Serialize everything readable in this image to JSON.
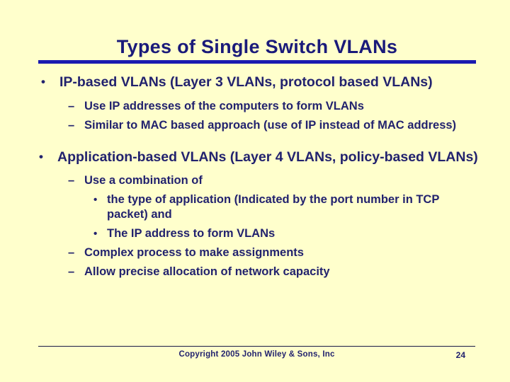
{
  "slide": {
    "title": "Types of Single Switch VLANs",
    "background_color": "#ffffcc",
    "title_color": "#1a1a7a",
    "rule_color": "#1a1ab0",
    "text_color": "#22226e"
  },
  "markers": {
    "bullet": "•",
    "dash": "–"
  },
  "content": [
    {
      "level": 1,
      "marker": "•",
      "text": "IP-based VLANs (Layer 3 VLANs, protocol based VLANs)"
    },
    {
      "level": 2,
      "marker": "–",
      "text": "Use IP addresses of the computers to form VLANs"
    },
    {
      "level": 2,
      "marker": "–",
      "text": "Similar to MAC based approach (use of IP instead of MAC address)"
    },
    {
      "level": 1,
      "marker": "•",
      "text": "Application-based VLANs (Layer 4 VLANs, policy-based VLANs)"
    },
    {
      "level": 2,
      "marker": "–",
      "text": "Use a combination of"
    },
    {
      "level": 3,
      "marker": "•",
      "text": "the type of application (Indicated by the port number in TCP packet) and"
    },
    {
      "level": 3,
      "marker": "•",
      "text": "The IP address to form VLANs"
    },
    {
      "level": 2,
      "marker": "–",
      "text": "Complex process to make assignments"
    },
    {
      "level": 2,
      "marker": "–",
      "text": "Allow precise allocation of network capacity"
    }
  ],
  "footer": {
    "copyright": "Copyright 2005 John Wiley & Sons, Inc",
    "page_number": "24"
  }
}
